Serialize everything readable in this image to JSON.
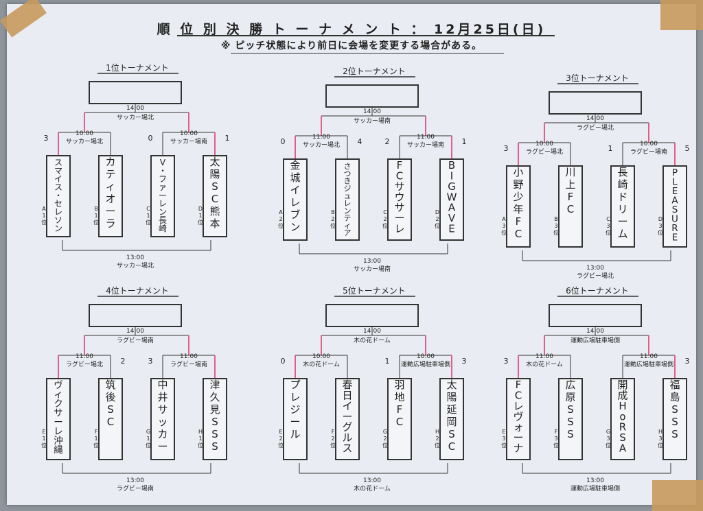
{
  "title": "順 位 別 決 勝 ト ー ナ メ ン ト ： 12月25日(日)",
  "note": "※ ピッチ状態により前日に会場を変更する場合がある。",
  "tournaments": [
    {
      "name": "1位トーナメント",
      "final": {
        "time": "14:00",
        "venue": "サッカー場北"
      },
      "semis": [
        {
          "time": "10:00",
          "venue": "サッカー場北"
        },
        {
          "time": "10:00",
          "venue": "サッカー場南"
        }
      ],
      "third": {
        "time": "13:00",
        "venue": "サッカー場北"
      },
      "teams": [
        "スマイス・セレソン",
        "カティオーラ",
        "V・ファーレン長崎",
        "太陽SC熊本"
      ],
      "seeds": [
        "A1位",
        "B1位",
        "C1位",
        "D1位"
      ],
      "scores": [
        "3",
        "",
        "0",
        "1"
      ]
    },
    {
      "name": "2位トーナメント",
      "final": {
        "time": "14:00",
        "venue": "サッカー場南"
      },
      "semis": [
        {
          "time": "11:00",
          "venue": "サッカー場北"
        },
        {
          "time": "11:00",
          "venue": "サッカー場南"
        }
      ],
      "third": {
        "time": "13:00",
        "venue": "サッカー場南"
      },
      "teams": [
        "金城イレブン",
        "さつきジュレンティア",
        "FCサウサーレ",
        "BIGWAVE"
      ],
      "seeds": [
        "A2位",
        "B2位",
        "C2位",
        "D2位"
      ],
      "scores": [
        "0",
        "4",
        "2",
        "1"
      ]
    },
    {
      "name": "3位トーナメント",
      "final": {
        "time": "14:00",
        "venue": "ラグビー場北"
      },
      "semis": [
        {
          "time": "10:00",
          "venue": "ラグビー場北"
        },
        {
          "time": "10:00",
          "venue": "ラグビー場南"
        }
      ],
      "third": {
        "time": "13:00",
        "venue": "ラグビー場北"
      },
      "teams": [
        "小野少年FC",
        "川上FC",
        "長崎ドリーム",
        "PLEASURE"
      ],
      "seeds": [
        "A3位",
        "B3位",
        "C3位",
        "D3位"
      ],
      "scores": [
        "3",
        "",
        "1",
        "5"
      ]
    },
    {
      "name": "4位トーナメント",
      "final": {
        "time": "14:00",
        "venue": "ラグビー場南"
      },
      "semis": [
        {
          "time": "11:00",
          "venue": "ラグビー場北"
        },
        {
          "time": "11:00",
          "venue": "ラグビー場南"
        }
      ],
      "third": {
        "time": "13:00",
        "venue": "ラグビー場南"
      },
      "teams": [
        "ヴィクサーレ沖縄",
        "筑後SC",
        "中井サッカー",
        "津久見SSS"
      ],
      "seeds": [
        "E1位",
        "F1位",
        "G1位",
        "H1位"
      ],
      "scores": [
        "",
        "2",
        "3",
        ""
      ]
    },
    {
      "name": "5位トーナメント",
      "final": {
        "time": "14:00",
        "venue": "木の花ドーム"
      },
      "semis": [
        {
          "time": "10:00",
          "venue": "木の花ドーム"
        },
        {
          "time": "10:00",
          "venue": "運動広場駐車場側"
        }
      ],
      "third": {
        "time": "13:00",
        "venue": "木の花ドーム"
      },
      "teams": [
        "プレジール",
        "春日イーグルス",
        "羽地FC",
        "太陽延岡SC"
      ],
      "seeds": [
        "E2位",
        "F2位",
        "G2位",
        "H2位"
      ],
      "scores": [
        "0",
        "",
        "1",
        "3"
      ]
    },
    {
      "name": "6位トーナメント",
      "final": {
        "time": "14:00",
        "venue": "運動広場駐車場側"
      },
      "semis": [
        {
          "time": "11:00",
          "venue": "木の花ドーム"
        },
        {
          "time": "11:00",
          "venue": "運動広場駐車場側"
        }
      ],
      "third": {
        "time": "13:00",
        "venue": "運動広場駐車場側"
      },
      "teams": [
        "FCレヴォーナ",
        "広原SSS",
        "開成HoRSA",
        "福島SSS"
      ],
      "seeds": [
        "E3位",
        "F3位",
        "G3位",
        "H3位"
      ],
      "scores": [
        "3",
        "",
        "",
        "3"
      ]
    }
  ]
}
